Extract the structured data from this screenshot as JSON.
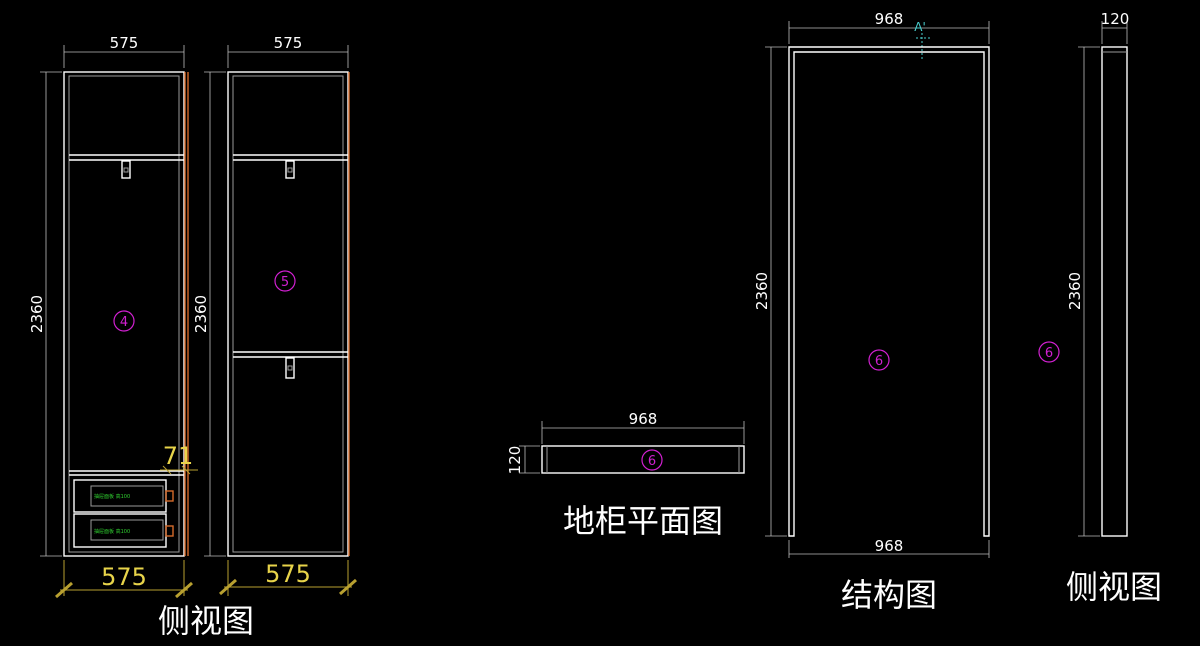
{
  "drawing": {
    "background": "#000000",
    "colors": {
      "outline": "#ffffff",
      "edge_band": "#d36a2a",
      "callout": "#d020d0",
      "dim_highlight": "#e8d44a",
      "section_mark": "#4ad0d0",
      "drawer_text": "#30d030"
    }
  },
  "cabinet_a": {
    "width_top": "575",
    "height": "2360",
    "panel_label": "4",
    "small_dim": "71",
    "width_bottom": "575",
    "drawer_labels": [
      "抽屉面板 高100",
      "抽屉面板 高100"
    ]
  },
  "cabinet_b": {
    "width_top": "575",
    "height": "2360",
    "panel_label": "5",
    "width_bottom": "575"
  },
  "caption_side_view_left": "侧视图",
  "floor_cabinet": {
    "width": "968",
    "depth": "120",
    "panel_label": "6",
    "caption": "地柜平面图"
  },
  "structure": {
    "width_top": "968",
    "section_mark": "A'",
    "height": "2360",
    "panel_label": "6",
    "width_bottom": "968",
    "caption": "结构图"
  },
  "side_view_right": {
    "width": "120",
    "height": "2360",
    "panel_label": "6",
    "caption": "侧视图"
  }
}
